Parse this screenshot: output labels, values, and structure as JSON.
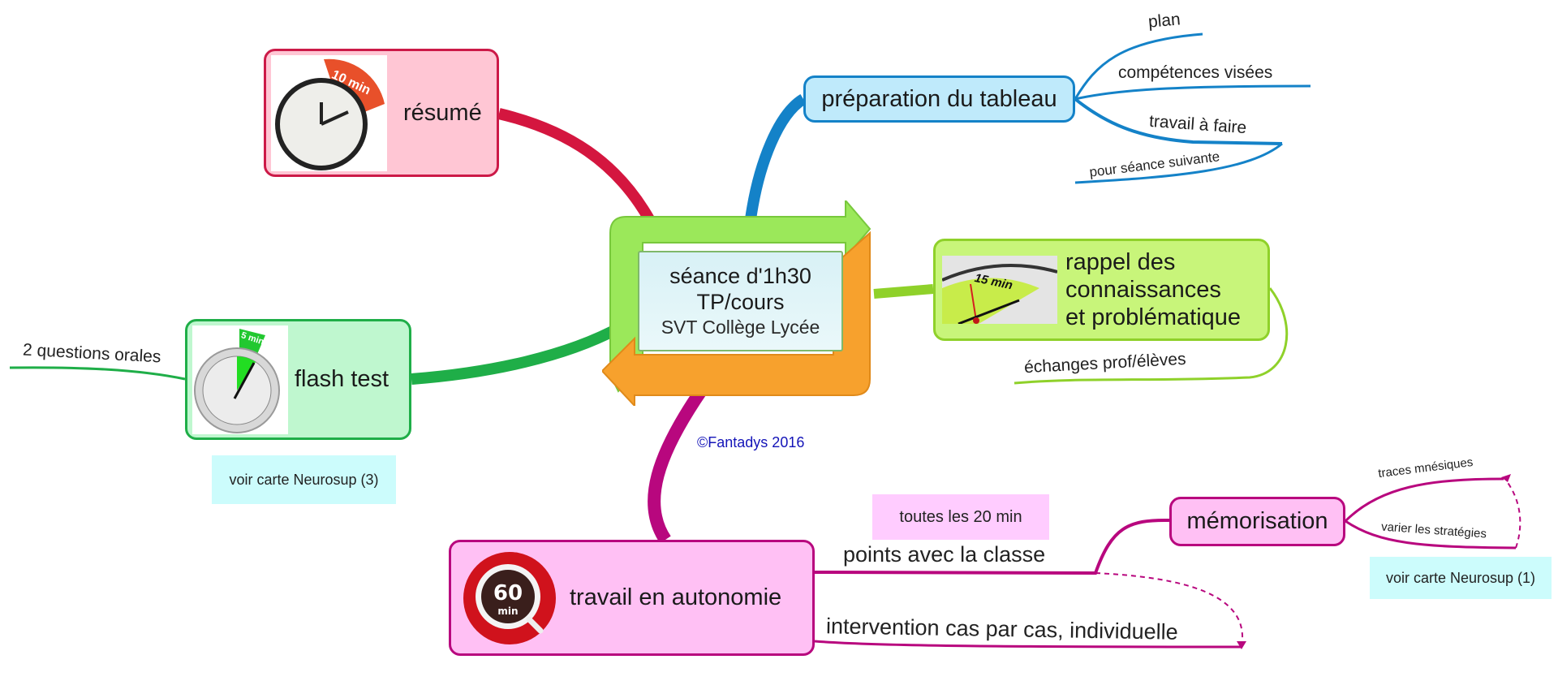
{
  "central": {
    "line1": "séance d'1h30",
    "line2": "TP/cours",
    "line3": "SVT Collège Lycée",
    "colors": {
      "top_arrow": "#9be85a",
      "bottom_arrow": "#f7a12d"
    }
  },
  "copyright": "©Fantadys 2016",
  "branches": {
    "resume": {
      "label": "résumé",
      "timer": "10 min",
      "icon": "clock-10min-icon",
      "color": "#cc1a48",
      "fill": "#ffc6d4"
    },
    "preparation": {
      "label": "préparation du tableau",
      "color": "#1482c8",
      "fill": "#bfeafb",
      "children": [
        "plan",
        "compétences visées",
        "travail à faire"
      ],
      "sub_child": "pour séance suivante"
    },
    "rappel": {
      "label_lines": [
        "rappel des",
        "connaissances",
        "et problématique"
      ],
      "timer": "15 min",
      "icon": "gauge-15min-icon",
      "color": "#8fd12a",
      "fill": "#c8f57a",
      "children": [
        "échanges prof/élèves"
      ]
    },
    "flash": {
      "label": "flash test",
      "timer": "5 min",
      "icon": "stopwatch-5min-icon",
      "color": "#1fae48",
      "fill": "#bff7cf",
      "children": [
        "2 questions orales"
      ],
      "note": "voir carte Neurosup (3)"
    },
    "travail": {
      "label": "travail en autonomie",
      "timer_value": "60",
      "timer_unit": "min",
      "icon": "coffee-cup-60min-icon",
      "color": "#b8077e",
      "fill": "#ffc0f4",
      "children": [
        "points avec la classe",
        "intervention cas par cas, individuelle"
      ],
      "note": "toutes les 20 min"
    },
    "memorisation": {
      "label": "mémorisation",
      "children": [
        "traces mnésiques",
        "varier les stratégies"
      ],
      "note": "voir carte Neurosup (1)"
    }
  }
}
